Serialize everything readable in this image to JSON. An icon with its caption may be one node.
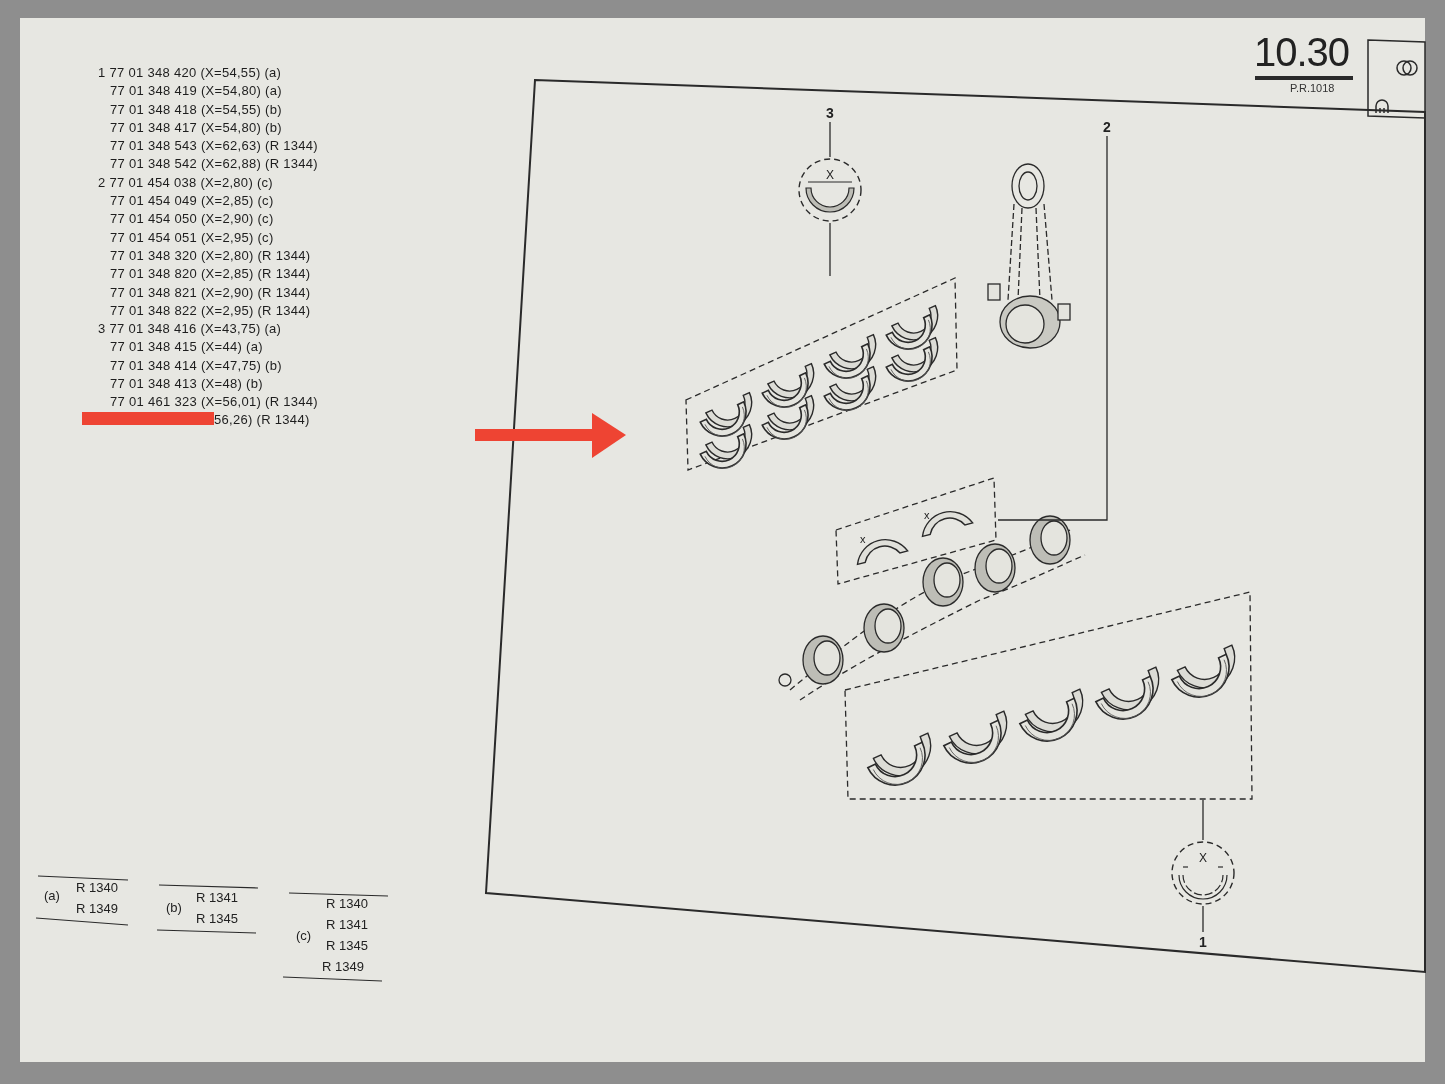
{
  "diagram": {
    "title": "10.30",
    "nodes": [
      {
        "text": [
          "3"
        ]
      },
      {
        "text": [
          "X"
        ]
      },
      {
        "text": [],
        "shape": "box"
      },
      {
        "text": [
          "2"
        ]
      },
      {
        "text": [],
        "shape": "box"
      },
      {
        "text": [
          "1"
        ]
      },
      {
        "text": [
          "X"
        ]
      },
      {
        "text": [],
        "shape": "box"
      }
    ],
    "edges": [
      {
        "from": 0,
        "to": 1,
        "arrow": "none"
      },
      {
        "from": 1,
        "to": 2,
        "arrow": "none"
      },
      {
        "from": 3,
        "to": 4,
        "arrow": "none"
      },
      {
        "from": 5,
        "to": 6,
        "arrow": "none"
      },
      {
        "from": 6,
        "to": 7,
        "arrow": "none"
      }
    ],
    "labels": [
      "1 77 01 348 420 (X=54,55) (a)",
      "77 01 348 419 (X=54,80) (a)",
      "77 01 348 418 (X=54,55) (b)",
      "77 01 348 417 (X=54,80) (b)",
      "77 01 348 543 (X=62,63) (R 1344)",
      "77 01 348 542 (X=62,88) (R 1344)",
      "2 77 01 454 038 (X=2,80) (c)",
      "77 01 454 049 (X=2,85) (c)",
      "77 01 454 050 (X=2,90) (c)",
      "77 01 454 051 (X=2,95) (c)",
      "77 01 348 320 (X=2,80) (R 1344)",
      "77 01 348 820 (X=2,85) (R 1344)",
      "77 01 348 821 (X=2,90) (R 1344)",
      "77 01 348 822 (X=2,95) (R 1344)",
      "3 77 01 348 416 (X=43,75) (a)",
      "77 01 348 415 (X=44) (a)",
      "77 01 348 414 (X=47,75) (b)",
      "77 01 348 413 (X=48) (b)",
      "77 01 461 323 (X=56,01) (R 1344)",
      "56,26) (R 1344)",
      "P.R.1018",
      "(a)",
      "R 1340",
      "R 1349",
      "(b)",
      "R 1341",
      "R 1345",
      "(c)",
      "R 1340",
      "R 1341",
      "R 1345",
      "R 1349",
      "x",
      "x"
    ]
  }
}
